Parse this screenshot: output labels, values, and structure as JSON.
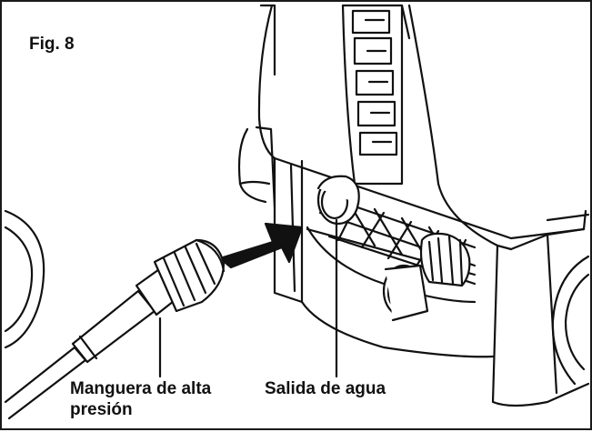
{
  "figure": {
    "label": "Fig. 8"
  },
  "callouts": {
    "hose": {
      "line1": "Manguera de alta",
      "line2": "presión"
    },
    "outlet": {
      "line1": "Salida de agua"
    }
  }
}
